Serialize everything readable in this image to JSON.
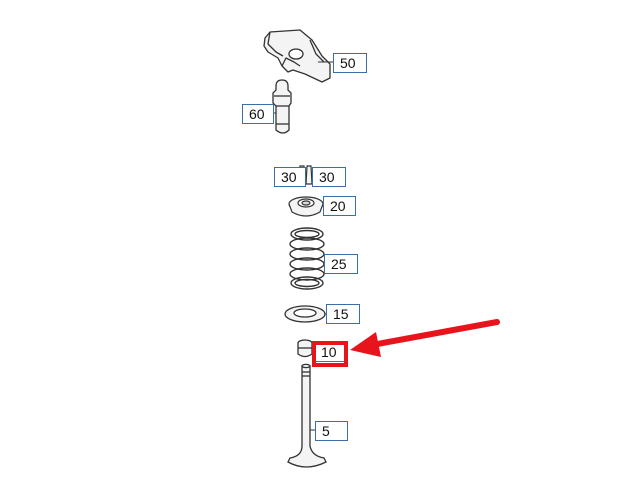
{
  "callouts": {
    "c50": "50",
    "c60": "60",
    "c30a": "30",
    "c30b": "30",
    "c20": "20",
    "c25": "25",
    "c15": "15",
    "c10": "10",
    "c5": "5"
  },
  "colors": {
    "line": "#333333",
    "callout_border": "#3a6ea5",
    "highlight": "#e8141c"
  },
  "highlighted_part": "10"
}
